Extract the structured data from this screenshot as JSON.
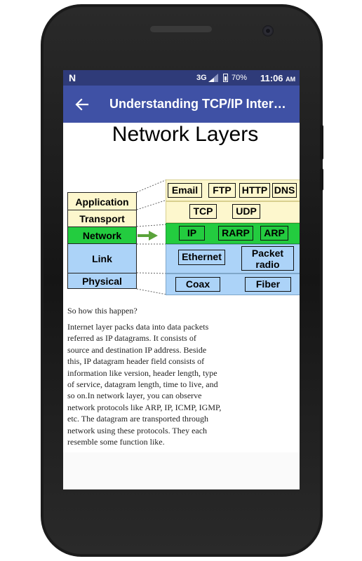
{
  "status_bar": {
    "notification_icon": "N",
    "network": "3G",
    "battery": "70%",
    "time": "11:06",
    "time_suffix": "AM"
  },
  "app_bar": {
    "back_icon": "arrow-left-icon",
    "title": "Understanding TCP/IP Inter…"
  },
  "diagram": {
    "title": "Network Layers",
    "layers": [
      "Application",
      "Transport",
      "Network",
      "Link",
      "Physical"
    ],
    "application_protocols": [
      "Email",
      "FTP",
      "HTTP",
      "DNS"
    ],
    "transport_protocols": [
      "TCP",
      "UDP"
    ],
    "network_protocols": [
      "IP",
      "RARP",
      "ARP"
    ],
    "link_protocols": [
      "Ethernet",
      "Packet radio"
    ],
    "physical_protocols": [
      "Coax",
      "Fiber"
    ],
    "colors": {
      "application": "#fdf7cd",
      "transport": "#fdf7cd",
      "network": "#23cc3f",
      "link": "#acd3f8",
      "physical": "#acd3f8",
      "arrow": "#5aa33a"
    }
  },
  "article": {
    "intro": "So how this happen?",
    "lines": [
      "Internet layer packs data into data packets",
      "referred as IP datagrams. It consists of",
      "source and destination IP address. Beside",
      "this, IP datagram header field consists of",
      "information like version, header length, type",
      "of service, datagram length, time to live, and",
      "so on.In network layer, you can observe",
      "network protocols like ARP, IP, ICMP, IGMP,",
      "etc. The datagram are transported through",
      "network using these protocols. They each",
      "resemble some function like."
    ]
  }
}
